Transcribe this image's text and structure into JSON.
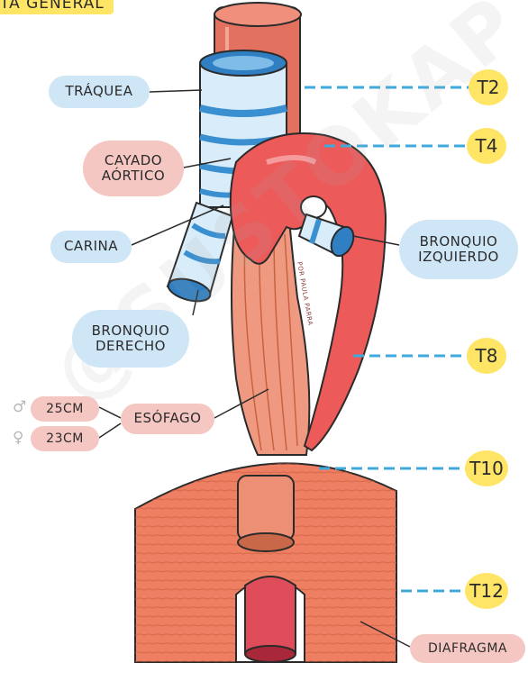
{
  "header": {
    "title": "TA GENERAL",
    "bg_color": "#ffe566"
  },
  "labels": {
    "traquea": "TRÁQUEA",
    "cayado": "CAYADO\nAÓRTICO",
    "carina": "CARINA",
    "bronquio_derecho": "BRONQUIO\nDERECHO",
    "bronquio_izquierdo": "BRONQUIO\nIZQUIERDO",
    "esofago": "ESÓFAGO",
    "length_male": "25CM",
    "length_female": "23CM",
    "diafragma": "DIAFRAGMA"
  },
  "symbols": {
    "male": "♂",
    "female": "♀"
  },
  "levels": {
    "t2": "T2",
    "t4": "T4",
    "t8": "T8",
    "t10": "T10",
    "t12": "T12"
  },
  "credit": "POR PAULA PARRA",
  "watermark": "@SUSTOKAP",
  "colors": {
    "blue_label": "#cfe6f6",
    "red_label": "#f5c7c2",
    "level_circle": "#ffe566",
    "level_line": "#3fa9dc",
    "aorta": "#ec5a5a",
    "muscle": "#ef8a6e",
    "airway": "#d9ecf9",
    "airway_ring": "#3a8fd0"
  },
  "icons": [
    "male-symbol-icon",
    "female-symbol-icon"
  ]
}
